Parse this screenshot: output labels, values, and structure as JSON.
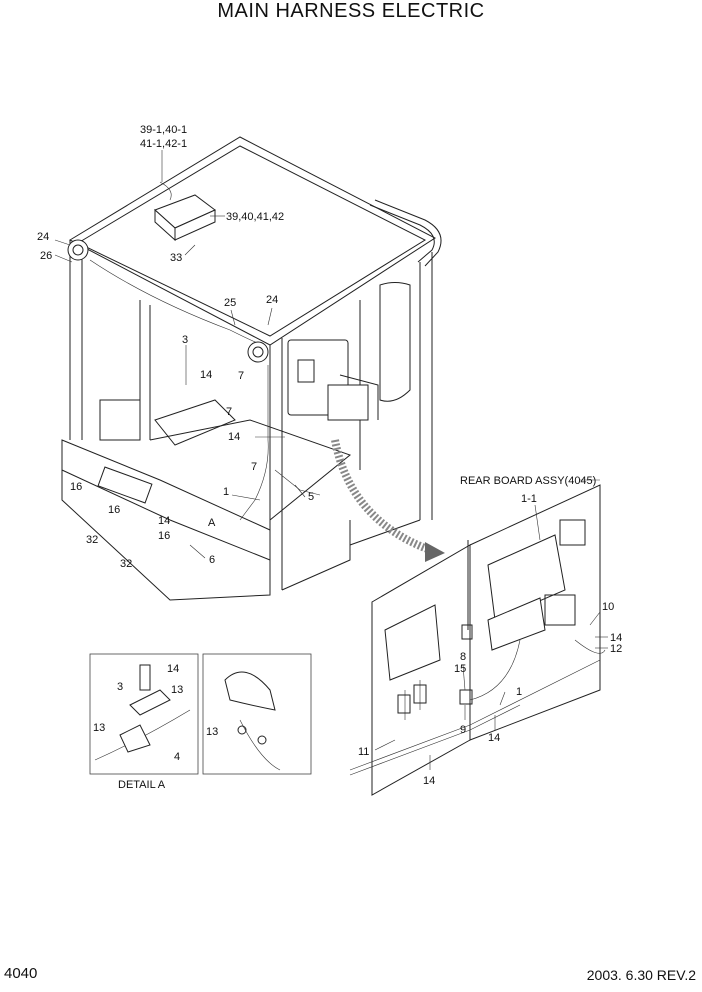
{
  "title": "MAIN HARNESS ELECTRIC",
  "page_number": "4040",
  "revision": "2003. 6.30  REV.2",
  "assembly_label": "REAR BOARD ASSY(4045)",
  "detail_caption": "DETAIL A",
  "detail_marker": "A",
  "callouts": {
    "c39_1": "39-1,40-1",
    "c41_1": "41-1,42-1",
    "c39": "39,40,41,42",
    "c33": "33",
    "c24a": "24",
    "c26": "26",
    "c25": "25",
    "c24b": "24",
    "c3": "3",
    "c14a": "14",
    "c7a": "7",
    "c7b": "7",
    "c14b": "14",
    "c7c": "7",
    "c16a": "16",
    "c16b": "16",
    "c1a": "1",
    "c5": "5",
    "c14c": "14",
    "c16c": "16",
    "c32a": "32",
    "c32b": "32",
    "c6": "6",
    "c1_1": "1-1",
    "c10": "10",
    "c14d": "14",
    "c12": "12",
    "c8": "8",
    "c15": "15",
    "c1b": "1",
    "c9": "9",
    "c14e": "14",
    "c11": "11",
    "c14f": "14",
    "d14": "14",
    "d3": "3",
    "d13a": "13",
    "d13b": "13",
    "d4": "4",
    "d13c": "13"
  }
}
